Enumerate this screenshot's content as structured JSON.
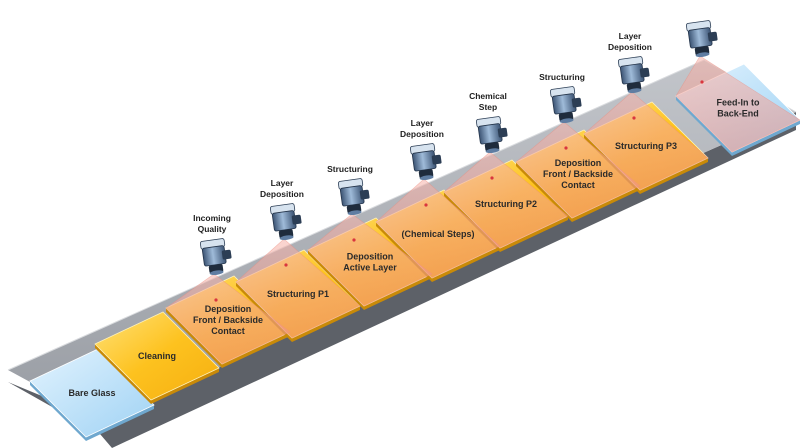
{
  "colors": {
    "rail_top": "#a8acb2",
    "rail_side": "#5d6168",
    "plate_yellow": "#fdc21f",
    "plate_yellow_light": "#ffe27a",
    "plate_blue": "#a9d8f6",
    "plate_blue_light": "#d8eefc",
    "beam": "#f29a8f",
    "camera_body": "#6f8fb5",
    "camera_dark": "#2c3e55"
  },
  "plates": [
    {
      "label_lines": [
        "Bare Glass"
      ],
      "style": "blue"
    },
    {
      "label_lines": [
        "Cleaning"
      ],
      "style": "yellow"
    },
    {
      "label_lines": [
        "Deposition",
        "Front / Backside",
        "Contact"
      ],
      "style": "yellow"
    },
    {
      "label_lines": [
        "Structuring P1"
      ],
      "style": "yellow"
    },
    {
      "label_lines": [
        "Deposition",
        "Active Layer"
      ],
      "style": "yellow"
    },
    {
      "label_lines": [
        "(Chemical Steps)"
      ],
      "style": "yellow"
    },
    {
      "label_lines": [
        "Structuring P2"
      ],
      "style": "yellow"
    },
    {
      "label_lines": [
        "Deposition",
        "Front / Backside",
        "Contact"
      ],
      "style": "yellow"
    },
    {
      "label_lines": [
        "Structuring P3"
      ],
      "style": "yellow"
    },
    {
      "label_lines": [
        "Feed-In to",
        "Back-End"
      ],
      "style": "blue"
    }
  ],
  "stations": [
    {
      "label_lines": [
        "Incoming",
        "Quality"
      ],
      "icon": "inspection-camera-icon"
    },
    {
      "label_lines": [
        "Layer",
        "Deposition"
      ],
      "icon": "inspection-camera-icon"
    },
    {
      "label_lines": [
        "Structuring"
      ],
      "icon": "inspection-camera-icon"
    },
    {
      "label_lines": [
        "Layer",
        "Deposition"
      ],
      "icon": "inspection-camera-icon"
    },
    {
      "label_lines": [
        "Chemical",
        "Step"
      ],
      "icon": "inspection-camera-icon"
    },
    {
      "label_lines": [
        "Structuring"
      ],
      "icon": "inspection-camera-icon"
    },
    {
      "label_lines": [
        "Layer",
        "Deposition"
      ],
      "icon": "inspection-camera-icon"
    },
    {
      "label_lines": [],
      "icon": "inspection-camera-icon"
    }
  ]
}
